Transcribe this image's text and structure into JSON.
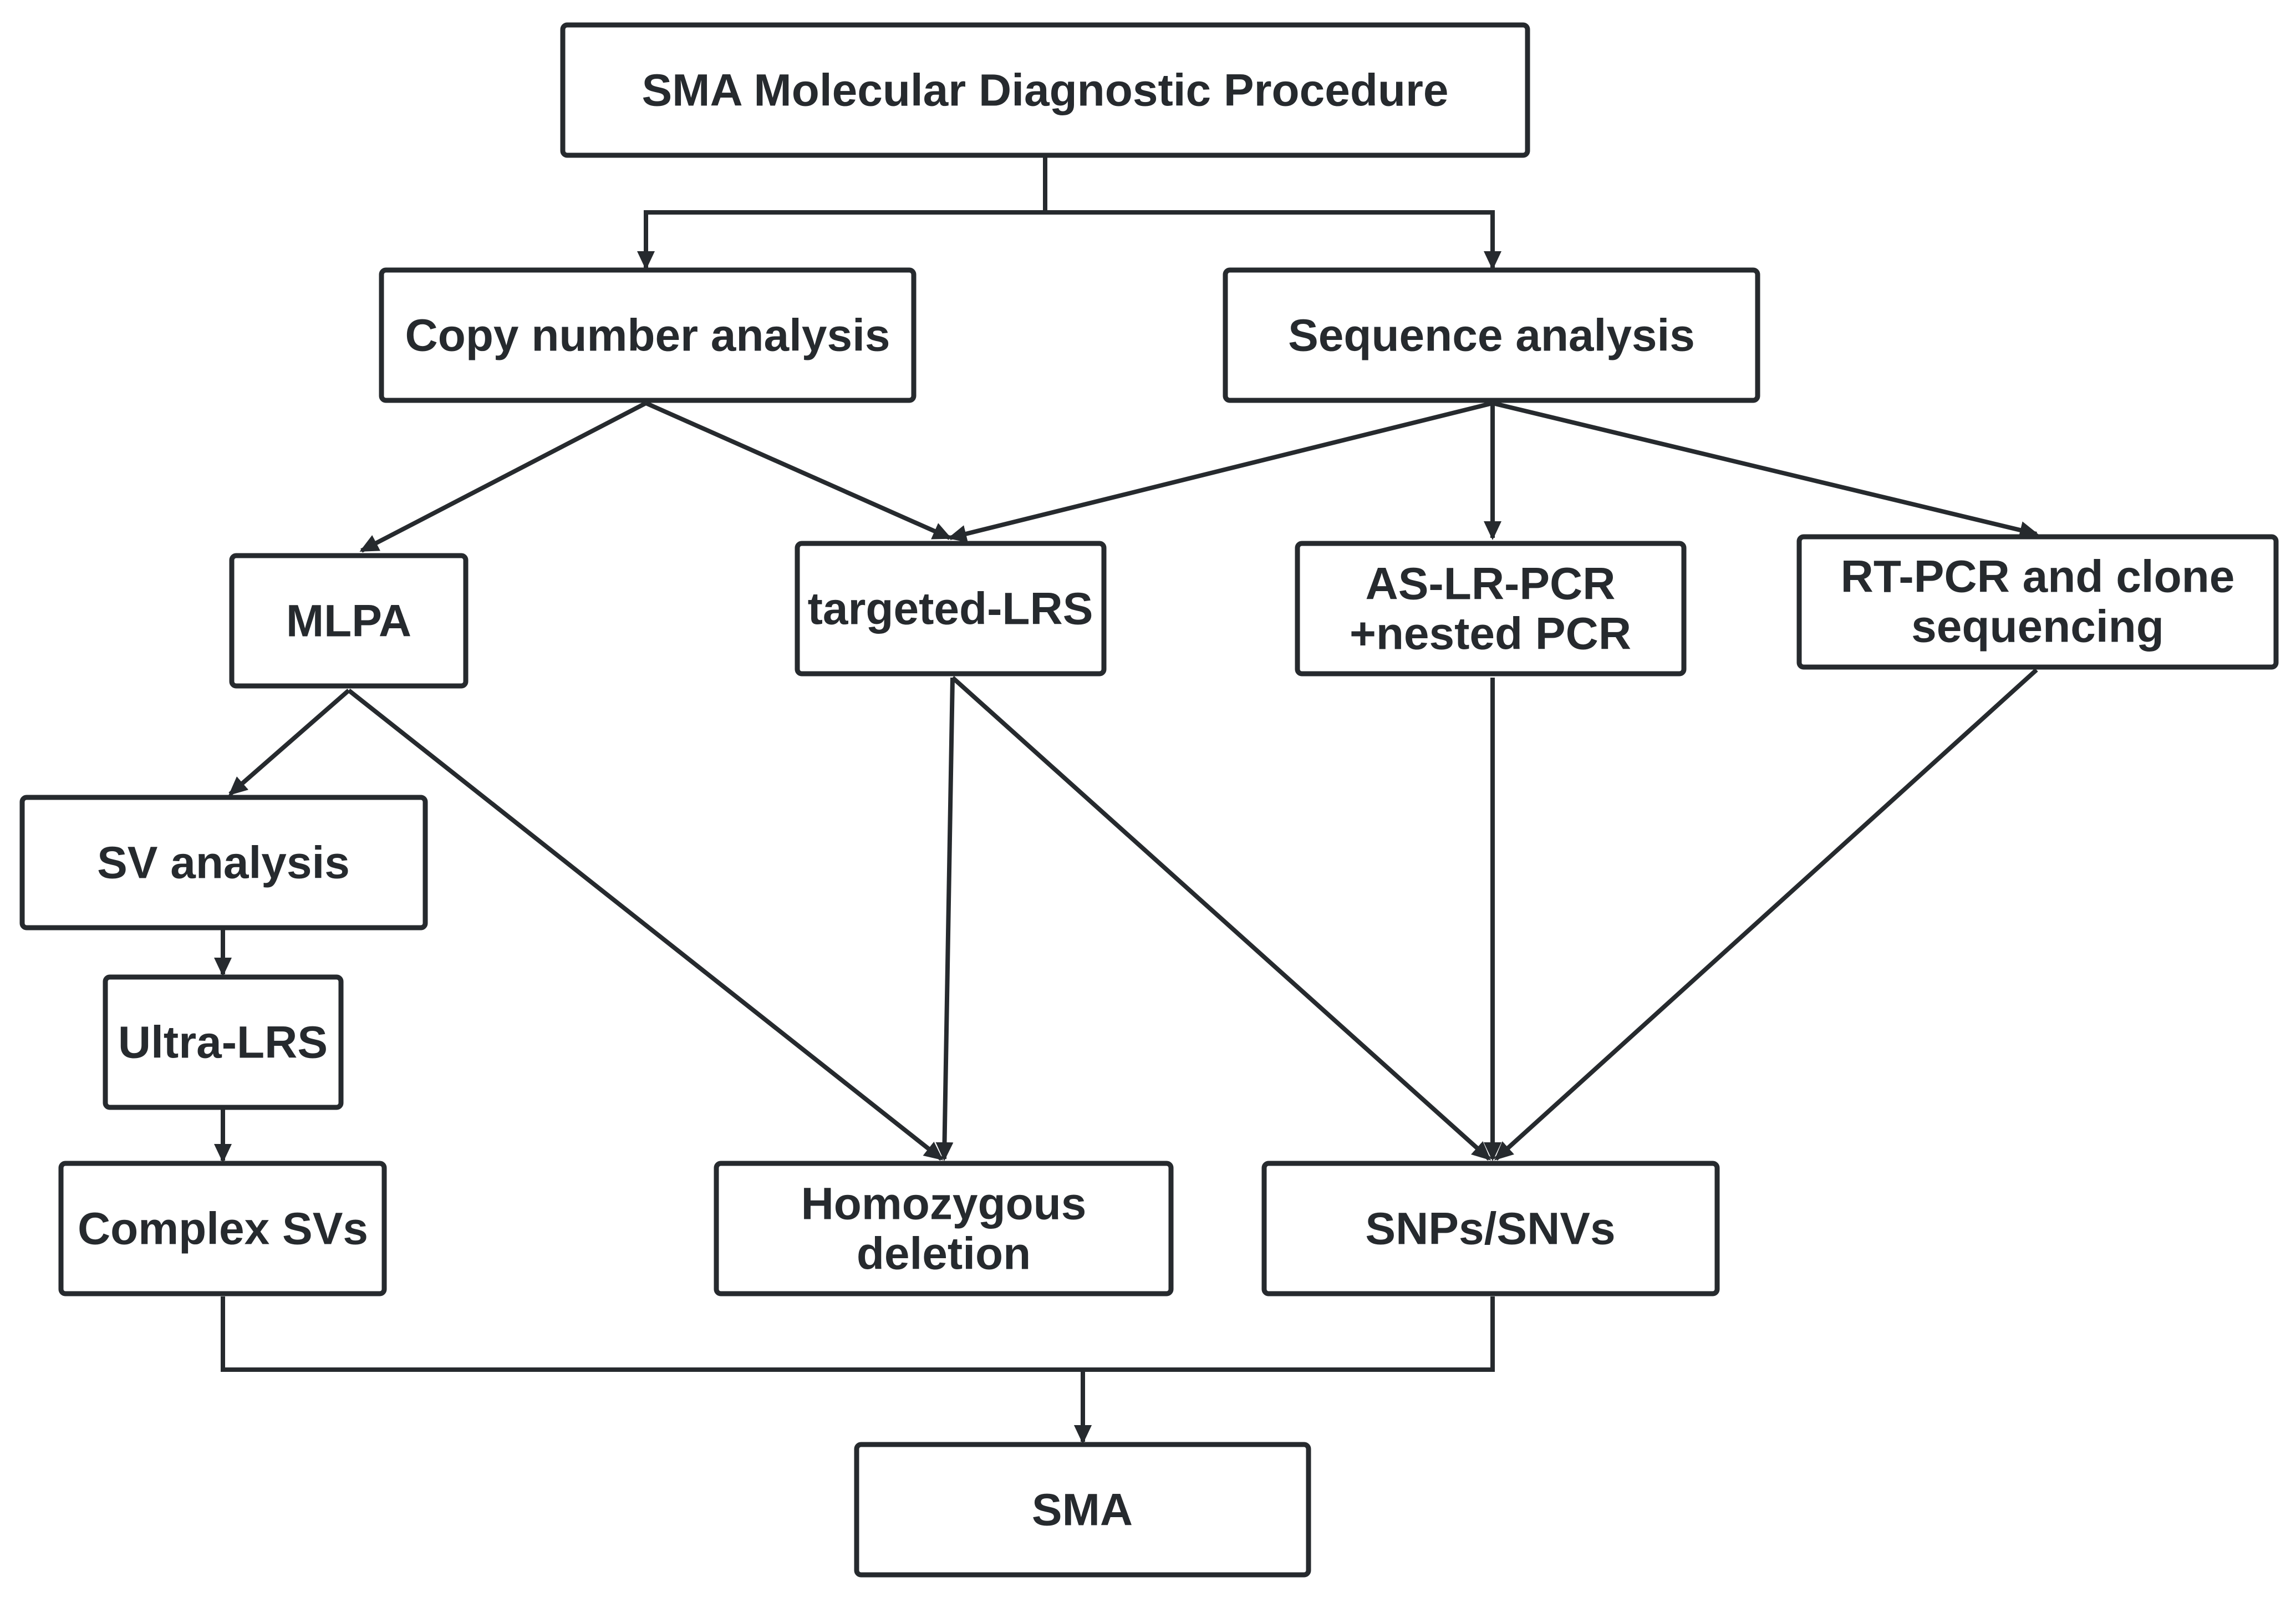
{
  "colors": {
    "stroke": "#262a2e",
    "text": "#262a2e",
    "background": "#ffffff"
  },
  "nodes": {
    "procedure": {
      "lines": [
        "SMA Molecular Diagnostic Procedure"
      ]
    },
    "copy_number": {
      "lines": [
        "Copy number analysis"
      ]
    },
    "sequence": {
      "lines": [
        "Sequence analysis"
      ]
    },
    "mlpa": {
      "lines": [
        "MLPA"
      ]
    },
    "targeted_lrs": {
      "lines": [
        "targeted-LRS"
      ]
    },
    "as_lr_pcr": {
      "lines": [
        "AS-LR-PCR",
        "+nested PCR"
      ]
    },
    "rt_pcr": {
      "lines": [
        "RT-PCR and clone",
        "sequencing"
      ]
    },
    "sv_analysis": {
      "lines": [
        "SV analysis"
      ]
    },
    "ultra_lrs": {
      "lines": [
        "Ultra-LRS"
      ]
    },
    "complex_svs": {
      "lines": [
        "Complex SVs"
      ]
    },
    "homozygous": {
      "lines": [
        "Homozygous",
        "deletion"
      ]
    },
    "snps": {
      "lines": [
        "SNPs/SNVs"
      ]
    },
    "sma": {
      "lines": [
        "SMA"
      ]
    }
  },
  "edges": [
    {
      "from": "procedure",
      "to": "copy_number"
    },
    {
      "from": "procedure",
      "to": "sequence"
    },
    {
      "from": "copy_number",
      "to": "mlpa"
    },
    {
      "from": "copy_number",
      "to": "targeted_lrs"
    },
    {
      "from": "sequence",
      "to": "targeted_lrs"
    },
    {
      "from": "sequence",
      "to": "as_lr_pcr"
    },
    {
      "from": "sequence",
      "to": "rt_pcr"
    },
    {
      "from": "mlpa",
      "to": "sv_analysis"
    },
    {
      "from": "mlpa",
      "to": "homozygous"
    },
    {
      "from": "sv_analysis",
      "to": "ultra_lrs"
    },
    {
      "from": "ultra_lrs",
      "to": "complex_svs"
    },
    {
      "from": "targeted_lrs",
      "to": "homozygous"
    },
    {
      "from": "targeted_lrs",
      "to": "snps"
    },
    {
      "from": "as_lr_pcr",
      "to": "snps"
    },
    {
      "from": "rt_pcr",
      "to": "snps"
    },
    {
      "from": "complex_svs",
      "to": "sma"
    },
    {
      "from": "snps",
      "to": "sma"
    }
  ]
}
